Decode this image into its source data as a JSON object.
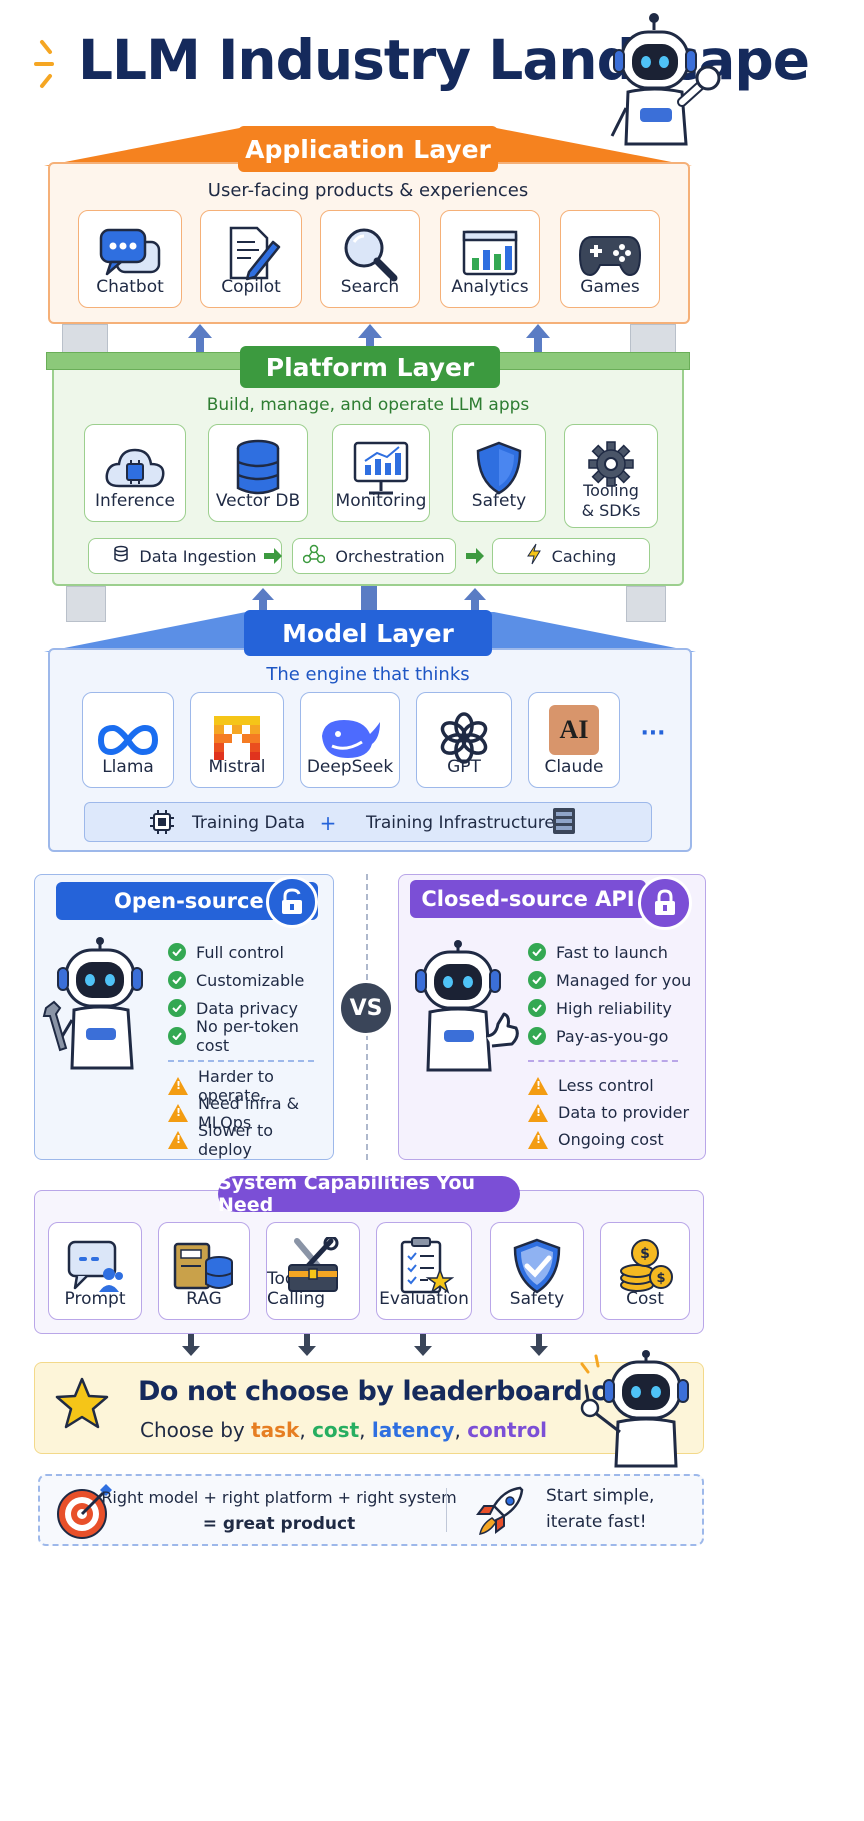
{
  "title": "LLM Industry Landscape",
  "application": {
    "title": "Application Layer",
    "subtitle": "User-facing products & experiences",
    "items": [
      "Chatbot",
      "Copilot",
      "Search",
      "Analytics",
      "Games"
    ]
  },
  "platform": {
    "title": "Platform Layer",
    "subtitle": "Build, manage, and operate LLM apps",
    "items": [
      "Inference",
      "Vector DB",
      "Monitoring",
      "Safety",
      "Tooling\n& SDKs"
    ],
    "pipeline": [
      "Data Ingestion",
      "Orchestration",
      "Caching"
    ]
  },
  "model": {
    "title": "Model Layer",
    "subtitle": "The engine that thinks",
    "items": [
      "Llama",
      "Mistral",
      "DeepSeek",
      "GPT",
      "Claude"
    ],
    "more": "···",
    "training_data": "Training Data",
    "plus": "+",
    "training_infra": "Training Infrastructure",
    "claude_logo_text": "AI"
  },
  "open_source": {
    "title": "Open-source",
    "pros": [
      "Full control",
      "Customizable",
      "Data privacy",
      "No per-token cost"
    ],
    "cons": [
      "Harder to operate",
      "Need infra & MLOps",
      "Slower to deploy"
    ]
  },
  "vs": "VS",
  "closed_source": {
    "title": "Closed-source API",
    "pros": [
      "Fast to launch",
      "Managed for you",
      "High reliability",
      "Pay-as-you-go"
    ],
    "cons": [
      "Less control",
      "Data to provider",
      "Ongoing cost"
    ]
  },
  "capabilities": {
    "title": "System Capabilities You Need",
    "items": [
      "Prompt",
      "RAG",
      "Tool Calling",
      "Evaluation",
      "Safety",
      "Cost"
    ]
  },
  "advice": {
    "headline": "Do not choose by leaderboard only",
    "lead": "Choose by",
    "words": [
      "task",
      "cost",
      "latency",
      "control"
    ],
    "word_colors": [
      "#e67e22",
      "#27ae60",
      "#2f6fe0",
      "#7b4fd6"
    ]
  },
  "footer": {
    "formula_line1": "Right model + right platform + right system",
    "formula_line2_prefix": "= ",
    "formula_line2_bold": "great product",
    "motto_line1": "Start simple,",
    "motto_line2": "iterate fast!"
  },
  "colors": {
    "application": "#f5821f",
    "platform": "#3c9a3f",
    "model": "#2563d9",
    "closed": "#7b4fd6",
    "navy": "#152a5c"
  }
}
